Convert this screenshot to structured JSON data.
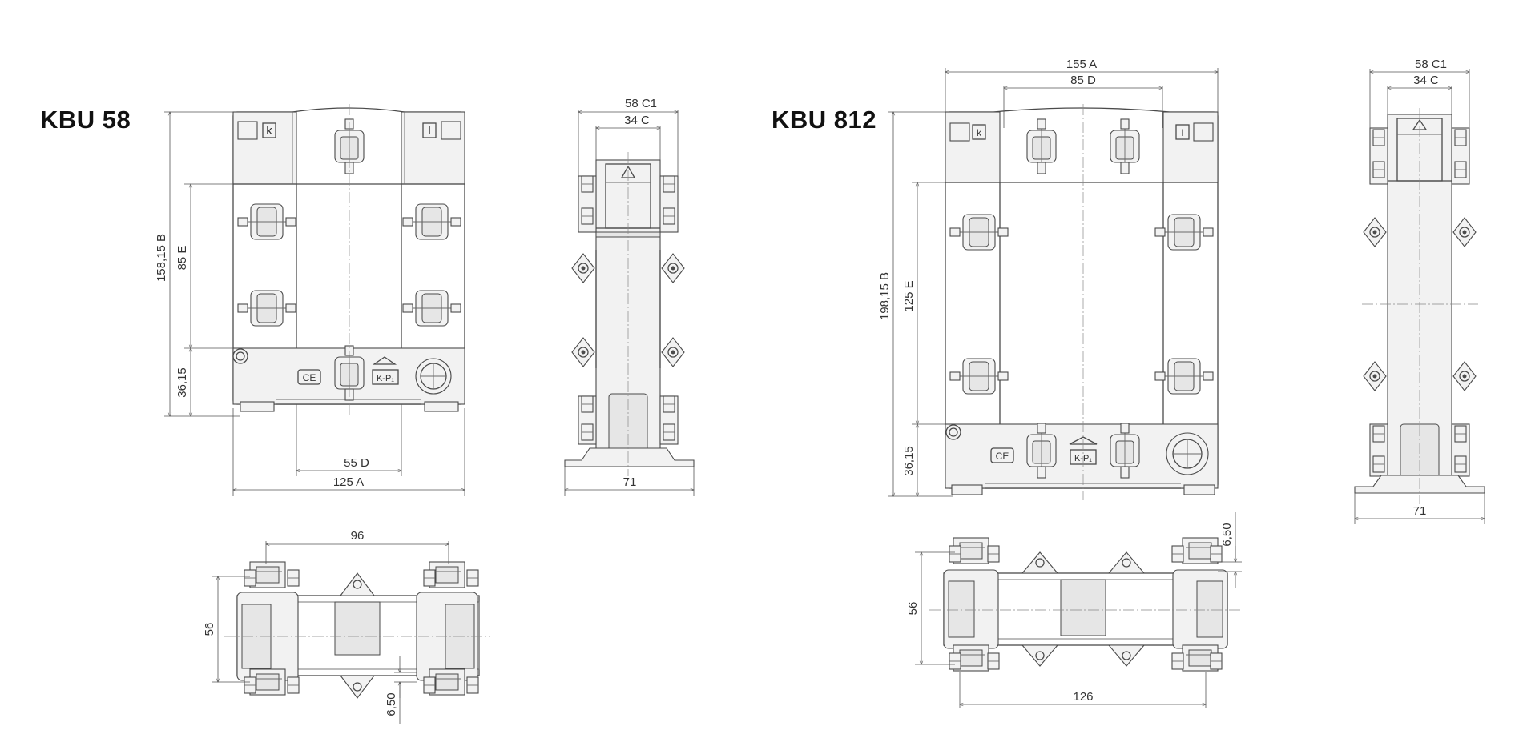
{
  "models": [
    {
      "title": "KBU 58",
      "front": {
        "width": "125 A",
        "height": "158,15 B",
        "window_height": "85 E",
        "base_height": "36,15",
        "terminal_spacing": "55 D",
        "terminal_k": "k",
        "terminal_l": "l",
        "ce_mark": "CE",
        "kp_mark": "K-P₁"
      },
      "side": {
        "outer": "58 C1",
        "inner": "34 C",
        "base": "71"
      },
      "bottom": {
        "spacing": "96",
        "depth": "56",
        "offset": "6,50"
      }
    },
    {
      "title": "KBU 812",
      "front": {
        "width": "155 A",
        "height": "198,15 B",
        "window_height": "125 E",
        "base_height": "36,15",
        "terminal_spacing": "85 D",
        "terminal_k": "k",
        "terminal_l": "l",
        "ce_mark": "CE",
        "kp_mark": "K-P₁"
      },
      "side": {
        "outer": "58 C1",
        "inner": "34 C",
        "base": "71"
      },
      "bottom": {
        "spacing": "126",
        "depth": "56",
        "offset": "6,50"
      }
    }
  ],
  "colors": {
    "line": "#4a4a4a",
    "fill": "#f2f2f2",
    "text": "#333333"
  }
}
